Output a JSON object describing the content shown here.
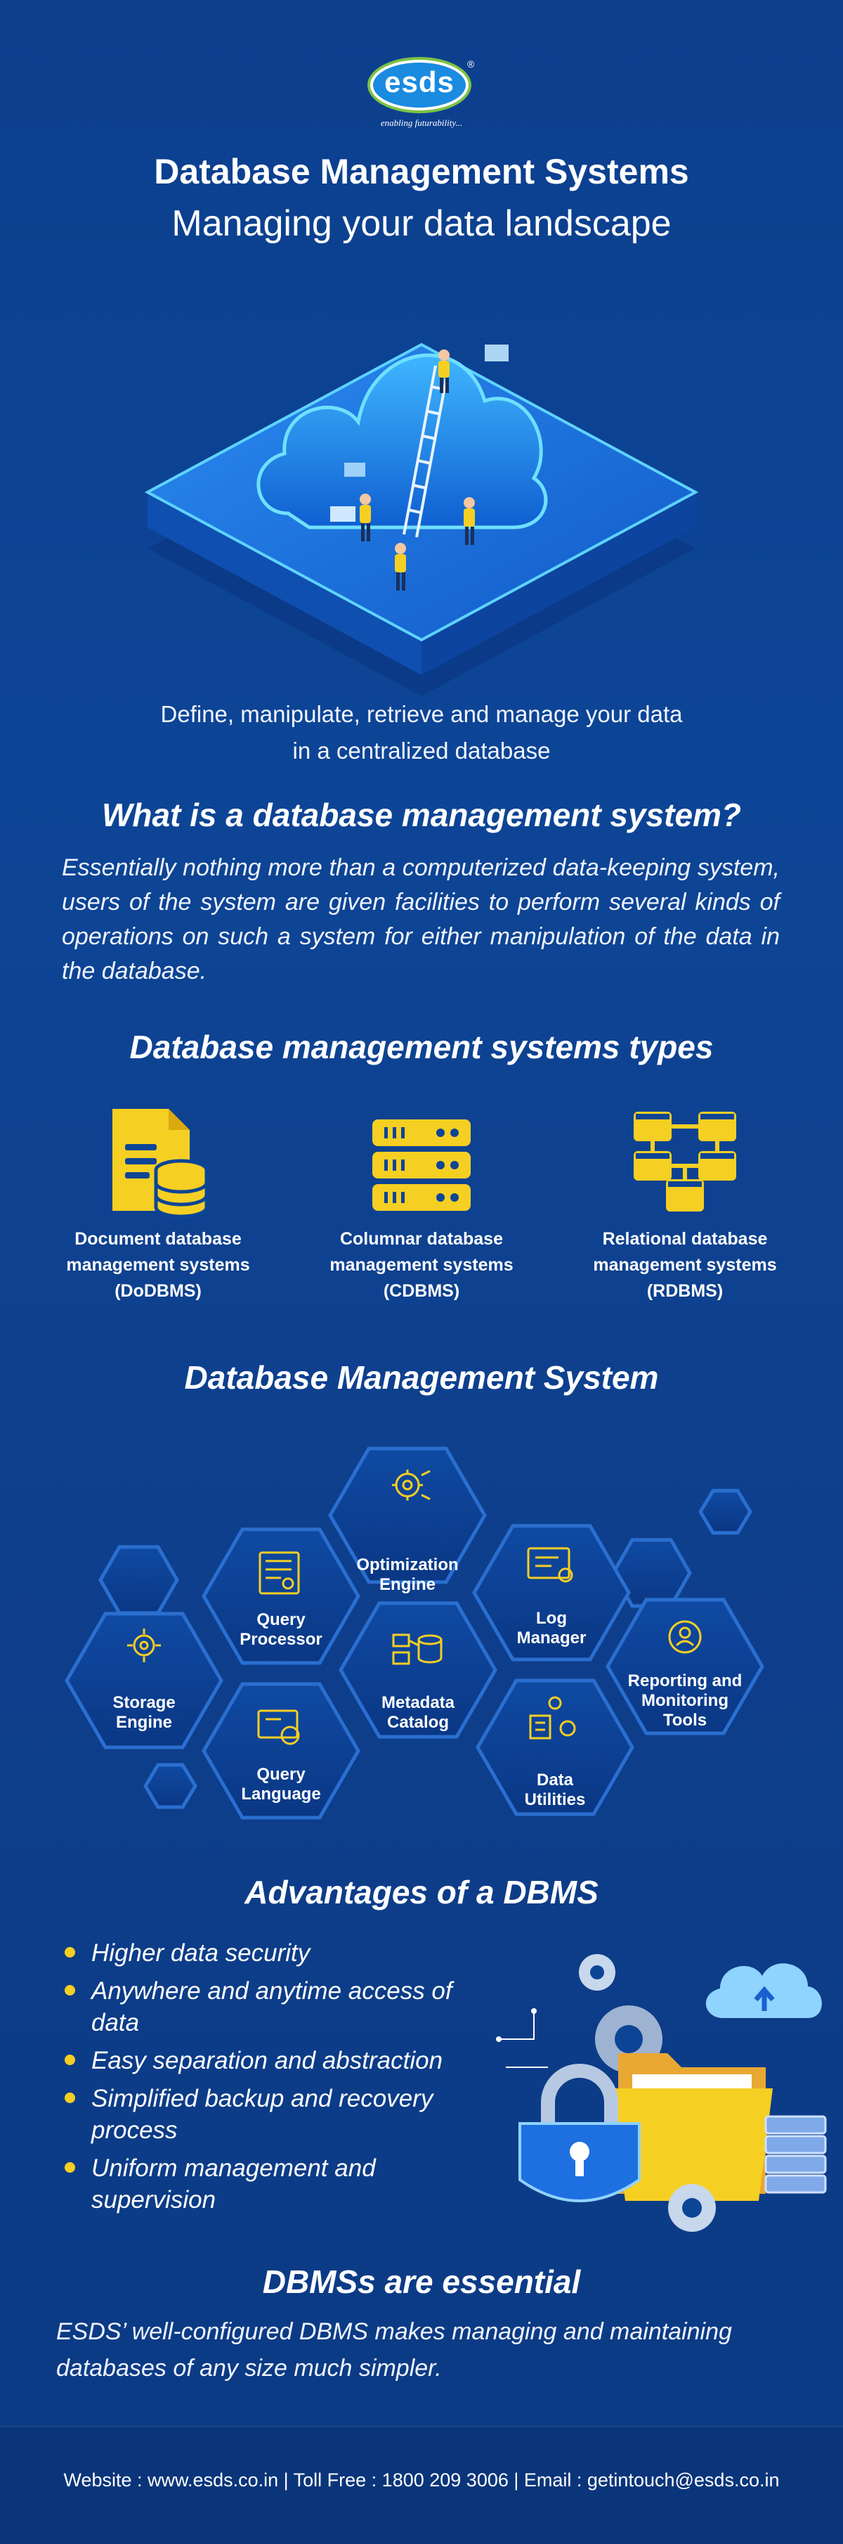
{
  "logo": {
    "brand": "esds",
    "registered": "®",
    "tagline": "enabling futurability..."
  },
  "header": {
    "title": "Database Management Systems",
    "subtitle": "Managing your data landscape"
  },
  "intro": {
    "line1": "Define, manipulate, retrieve and manage your data",
    "line2": "in a centralized database"
  },
  "what_is": {
    "heading": "What is a database management system?",
    "body": "Essentially nothing more than a computerized data-keeping system, users of the system are given facilities to perform several kinds of operations on such a system for either manipulation of the data in the database."
  },
  "types": {
    "heading": "Database management systems types",
    "items": [
      {
        "line1": "Document database",
        "line2": "management systems",
        "line3": "(DoDBMS)",
        "icon": "document-database-icon"
      },
      {
        "line1": "Columnar database",
        "line2": "management systems",
        "line3": "(CDBMS)",
        "icon": "server-rack-icon"
      },
      {
        "line1": "Relational database",
        "line2": "management systems",
        "line3": "(RDBMS)",
        "icon": "relational-hierarchy-icon"
      }
    ],
    "icon_color": "#f6cf23"
  },
  "dbms": {
    "heading": "Database Management System",
    "components": [
      {
        "line1": "Optimization",
        "line2": "Engine"
      },
      {
        "line1": "Query",
        "line2": "Processor"
      },
      {
        "line1": "Log",
        "line2": "Manager"
      },
      {
        "line1": "Reporting and",
        "line2": "Monitoring",
        "line3": "Tools"
      },
      {
        "line1": "Storage",
        "line2": "Engine"
      },
      {
        "line1": "Metadata",
        "line2": "Catalog"
      },
      {
        "line1": "Query",
        "line2": "Language"
      },
      {
        "line1": "Data",
        "line2": "Utilities"
      }
    ]
  },
  "advantages": {
    "heading": "Advantages of a DBMS",
    "items": [
      {
        "line1": "Higher data security",
        "line2": ""
      },
      {
        "line1": "Anywhere and anytime access of",
        "line2": "data"
      },
      {
        "line1": "Easy separation and abstraction",
        "line2": ""
      },
      {
        "line1": "Simplified backup and recovery",
        "line2": "process"
      },
      {
        "line1": "Uniform management and",
        "line2": "supervision"
      }
    ]
  },
  "essential": {
    "heading": "DBMSs are essential",
    "line1": "ESDS’ well-configured DBMS makes managing and maintaining",
    "line2": "databases of any size much simpler."
  },
  "footer": {
    "text": "Website : www.esds.co.in | Toll Free : 1800 209 3006 | Email : getintouch@esds.co.in"
  },
  "colors": {
    "background": "#0d4596",
    "accent_yellow": "#f6cf23",
    "hex_fill": "#0c3d8a",
    "hex_stroke": "#2a6fd0"
  }
}
